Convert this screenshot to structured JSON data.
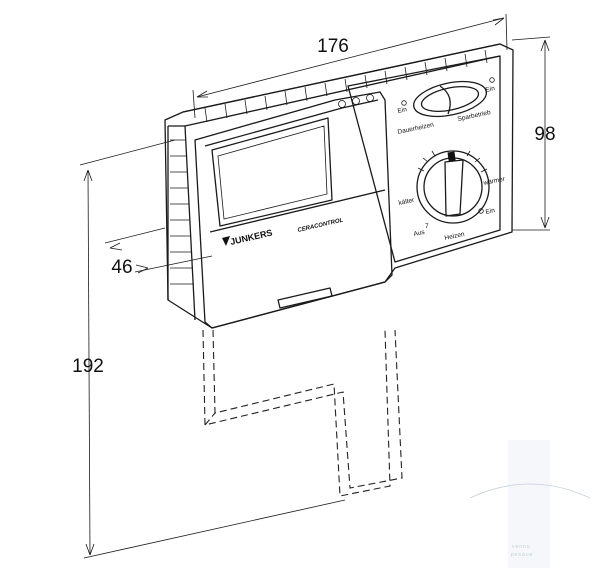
{
  "dimensions": {
    "width": "176",
    "height": "98",
    "depth": "46",
    "total_height": "192"
  },
  "device": {
    "brand": "JUNKERS",
    "model": "CERACONTROL"
  },
  "switch_labels": {
    "on_left": "Ein",
    "on_right": "Ein",
    "continuous": "Dauerheizen",
    "economy": "Sparbetrieb"
  },
  "dial_labels": {
    "colder": "kälter",
    "warmer": "wärmer",
    "off": "Aus",
    "off_number": "7",
    "on": "Ein",
    "heating": "Heizen"
  },
  "watermark": {
    "line1": "vennu",
    "line2": "pesaue"
  }
}
